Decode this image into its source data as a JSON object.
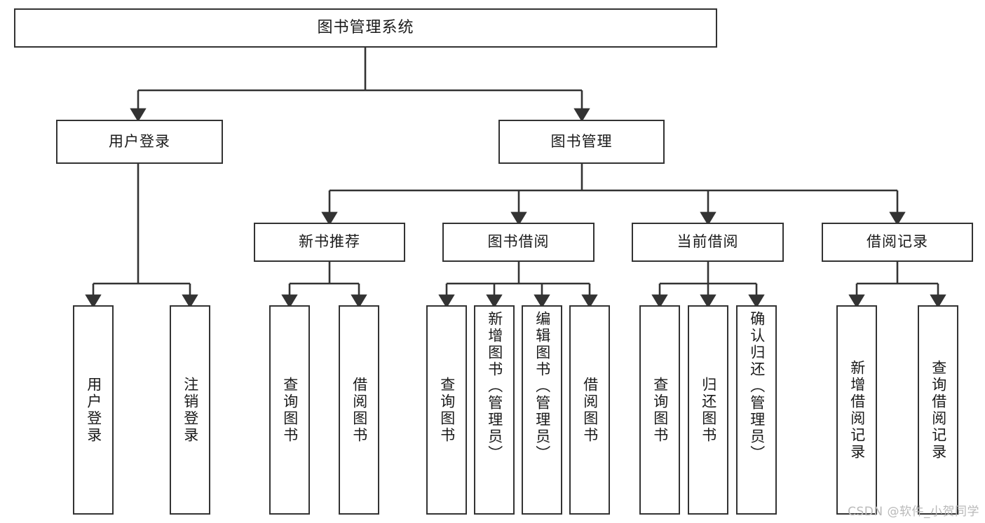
{
  "diagram": {
    "type": "tree",
    "title": "图书管理系统",
    "root": {
      "label": "图书管理系统"
    },
    "level2": [
      {
        "label": "用户登录"
      },
      {
        "label": "图书管理"
      }
    ],
    "level3": [
      {
        "label": "新书推荐"
      },
      {
        "label": "图书借阅"
      },
      {
        "label": "当前借阅"
      },
      {
        "label": "借阅记录"
      }
    ],
    "leaves": {
      "user_login": [
        {
          "label": "用户登录"
        },
        {
          "label": "注销登录"
        }
      ],
      "new_book_recommend": [
        {
          "label": "查询图书"
        },
        {
          "label": "借阅图书"
        }
      ],
      "book_borrow": [
        {
          "label": "查询图书"
        },
        {
          "label": "新增图书（管理员）"
        },
        {
          "label": "编辑图书（管理员）"
        },
        {
          "label": "借阅图书"
        }
      ],
      "current_borrow": [
        {
          "label": "查询图书"
        },
        {
          "label": "归还图书"
        },
        {
          "label": "确认归还（管理员）"
        }
      ],
      "borrow_record": [
        {
          "label": "新增借阅记录"
        },
        {
          "label": "查询借阅记录"
        }
      ]
    }
  },
  "watermark": {
    "text": "CSDN @软件_小贺同学"
  },
  "colors": {
    "stroke": "#333333",
    "fill": "#ffffff",
    "text": "#1a1a1a",
    "watermark": "#b9b9b9"
  }
}
